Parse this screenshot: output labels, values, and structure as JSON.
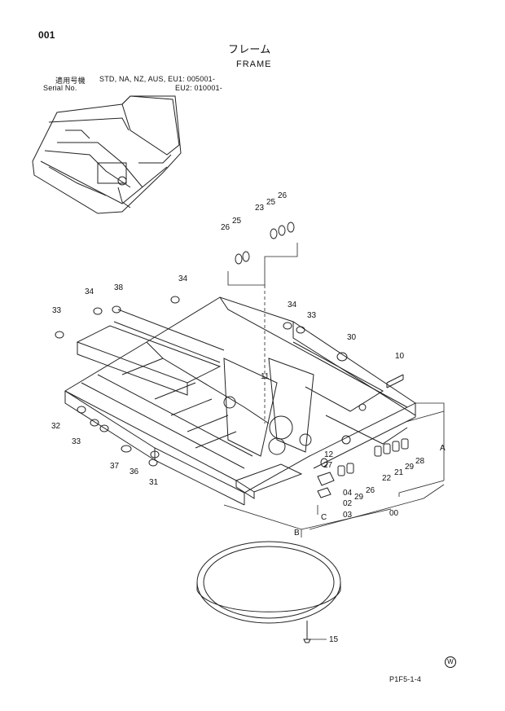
{
  "page": {
    "number": "001",
    "code": "P1F5-1-4",
    "mark": "W"
  },
  "title": {
    "japanese": "フレーム",
    "english": "FRAME"
  },
  "applicability": {
    "label_jp": "適用号機",
    "label_en": "Serial No.",
    "line1_value": "STD, NA, NZ, AUS, EU1: 005001-",
    "line2_value": "EU2: 010001-"
  },
  "callouts": [
    "26",
    "25",
    "23",
    "25",
    "26",
    "34",
    "38",
    "34",
    "33",
    "34",
    "33",
    "30",
    "10",
    "11",
    "32",
    "33",
    "37",
    "36",
    "31",
    "12",
    "27",
    "04",
    "29",
    "26",
    "02",
    "03",
    "C",
    "00",
    "B",
    "22",
    "21",
    "29",
    "28",
    "A",
    "15"
  ]
}
